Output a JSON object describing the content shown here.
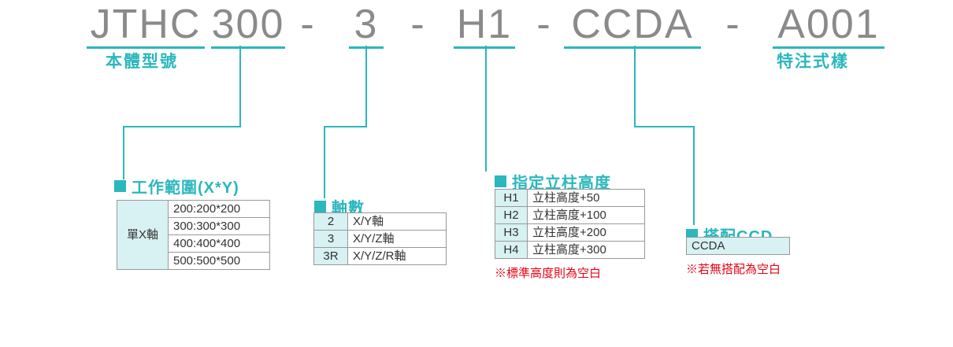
{
  "colors": {
    "accent_teal": "#2ab7bd",
    "light_cyan_bg": "#d8f1f3",
    "code_gray": "#8a8a8a",
    "note_red": "#e60012"
  },
  "code": {
    "segments": [
      {
        "text": "JTHC"
      },
      {
        "text": "300"
      },
      {
        "text": "-"
      },
      {
        "text": "3"
      },
      {
        "text": "-"
      },
      {
        "text": "H1"
      },
      {
        "text": "-"
      },
      {
        "text": "CCDA"
      },
      {
        "text": "-"
      },
      {
        "text": "A001"
      }
    ],
    "body_model_label": "本體型號",
    "special_spec_label": "特注式樣"
  },
  "work_range": {
    "title": "工作範圍(X*Y)",
    "row_header": "單X軸",
    "values": [
      "200:200*200",
      "300:300*300",
      "400:400*400",
      "500:500*500"
    ]
  },
  "axis_count": {
    "title": "軸數",
    "rows": [
      {
        "code": "2",
        "desc": "X/Y軸"
      },
      {
        "code": "3",
        "desc": "X/Y/Z軸"
      },
      {
        "code": "3R",
        "desc": "X/Y/Z/R軸"
      }
    ]
  },
  "column_height": {
    "title": "指定立柱高度",
    "rows": [
      {
        "code": "H1",
        "desc": "立柱高度+50"
      },
      {
        "code": "H2",
        "desc": "立柱高度+100"
      },
      {
        "code": "H3",
        "desc": "立柱高度+200"
      },
      {
        "code": "H4",
        "desc": "立柱高度+300"
      }
    ],
    "note": "※標準高度則為空白"
  },
  "ccd": {
    "title": "搭配CCD",
    "value": "CCDA",
    "note": "※若無搭配為空白"
  }
}
